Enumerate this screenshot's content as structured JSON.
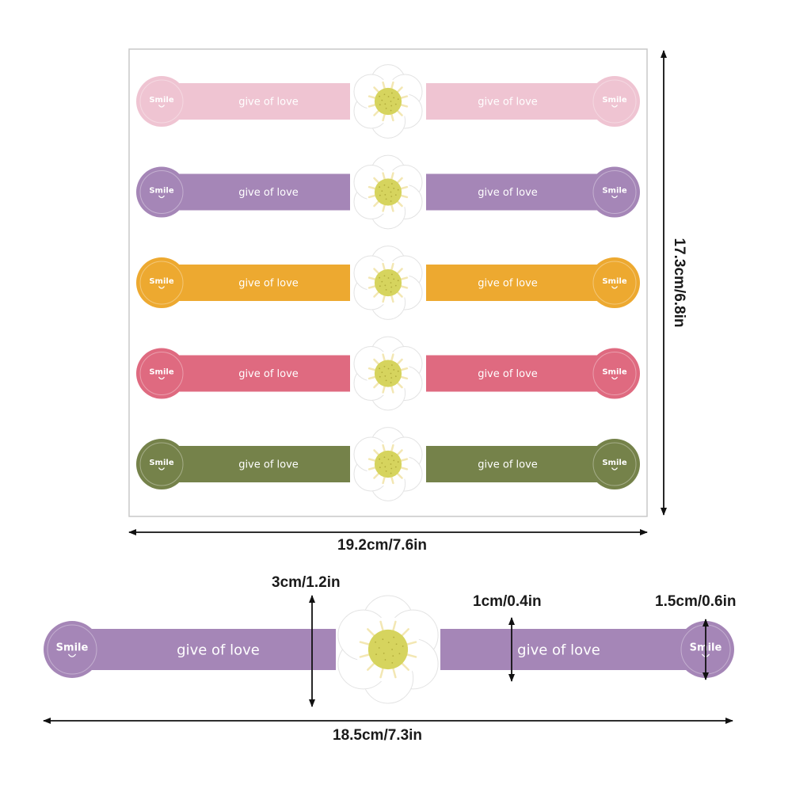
{
  "labels": {
    "smile": "Smile",
    "tagline": "give of love"
  },
  "stickers": [
    {
      "color": "#efc4d2",
      "name": "pink"
    },
    {
      "color": "#a586b7",
      "name": "purple"
    },
    {
      "color": "#eda930",
      "name": "orange"
    },
    {
      "color": "#df6a80",
      "name": "rose"
    },
    {
      "color": "#75824a",
      "name": "olive"
    }
  ],
  "detail_sticker": {
    "color": "#a586b7"
  },
  "flower": {
    "petal": "#ffffff",
    "center": "#d6d45e",
    "accent": "#f3e7b3"
  },
  "dimensions": {
    "sheet_width": "19.2cm/7.6in",
    "sheet_height": "17.3cm/6.8in",
    "strip_length": "18.5cm/7.3in",
    "flower_height": "3cm/1.2in",
    "strip_height": "1cm/0.4in",
    "end_diameter": "1.5cm/0.6in"
  }
}
